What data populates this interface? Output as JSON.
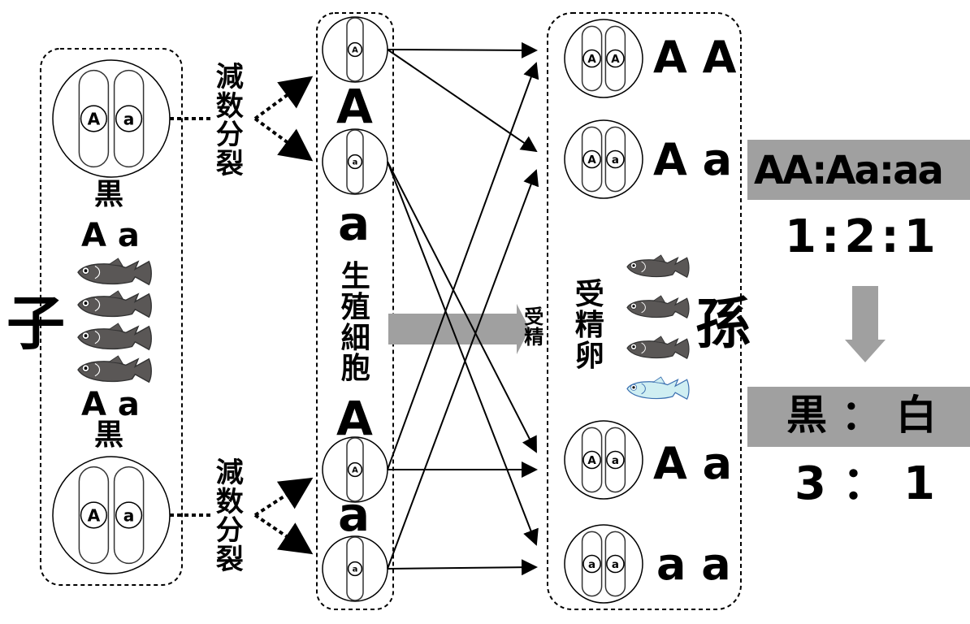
{
  "labels": {
    "child": "子",
    "grandchild": "孫",
    "meiosis_top": "減数分裂",
    "meiosis_bottom": "減数分裂",
    "gametes": "生殖細胞",
    "fertilization": "受精",
    "fertilized_egg": "受精卵"
  },
  "parents": [
    {
      "color": "黒",
      "genotype": "A a",
      "alleles": [
        "A",
        "a"
      ]
    },
    {
      "color": "黒",
      "genotype": "A a",
      "alleles": [
        "A",
        "a"
      ]
    }
  ],
  "gametes": [
    {
      "allele": "A",
      "label": "A"
    },
    {
      "allele": "a",
      "label": "a"
    },
    {
      "allele": "A",
      "label": "A"
    },
    {
      "allele": "a",
      "label": "a"
    }
  ],
  "offspring": [
    {
      "genotype": "A A",
      "alleles": [
        "A",
        "A"
      ]
    },
    {
      "genotype": "A a",
      "alleles": [
        "A",
        "a"
      ]
    },
    {
      "genotype": "A a",
      "alleles": [
        "A",
        "a"
      ]
    },
    {
      "genotype": "a a",
      "alleles": [
        "a",
        "a"
      ]
    }
  ],
  "fish": {
    "parent_count": 4,
    "offspring": [
      "black",
      "black",
      "black",
      "white"
    ],
    "colors": {
      "black": "#5a5756",
      "white": "#cfeef2",
      "white_outline": "#3a6fb0"
    }
  },
  "results": {
    "genotype_header": "AA:Aa:aa",
    "genotype_ratio": "1:2:1",
    "phenotype_header": "黒 ： 白",
    "phenotype_ratio": "3 ： 1"
  },
  "colors": {
    "accent_gray": "#a0a0a0",
    "line": "#000000"
  }
}
